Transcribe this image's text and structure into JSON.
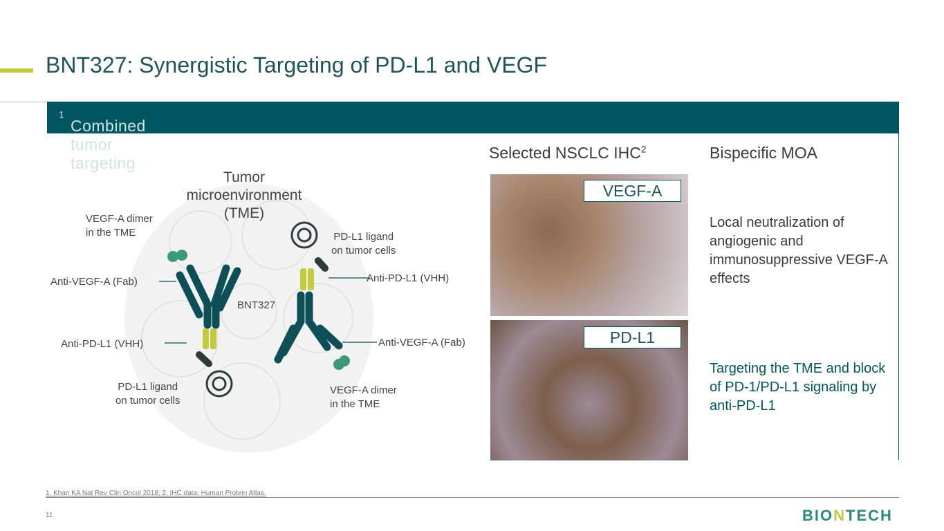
{
  "title": "BNT327: Synergistic Targeting of PD-L1 and VEGF",
  "band": {
    "text": "Combined tumor targeting",
    "sup": "1"
  },
  "diagram": {
    "tme": [
      "Tumor",
      "microenvironment",
      "(TME)"
    ],
    "vegf_dimer_left": [
      "VEGF-A dimer",
      "in the TME"
    ],
    "anti_vegf_left": "Anti-VEGF-A (Fab)",
    "anti_pdl1_left": "Anti-PD-L1 (VHH)",
    "pdl1_left": [
      "PD-L1 ligand",
      "on tumor cells"
    ],
    "bnt": "BNT327",
    "pdl1_right": [
      "PD-L1 ligand",
      "on tumor cells"
    ],
    "anti_pdl1_right": "Anti-PD-L1 (VHH)",
    "anti_vegf_right": "Anti-VEGF-A (Fab)",
    "vegf_dimer_right": [
      "VEGF-A dimer",
      "in the TME"
    ]
  },
  "ihc": {
    "title": "Selected NSCLC IHC",
    "sup": "2",
    "labels": [
      "VEGF-A",
      "PD-L1"
    ]
  },
  "moa": {
    "title": "Bispecific MOA",
    "items": [
      "Local neutralization of angiogenic and immunosuppressive VEGF-A effects",
      "Targeting  the TME and block of PD-1/PD-L1 signaling  by anti-PD-L1"
    ]
  },
  "footnote": "1. Khan KA Nat Rev Clin Oncol 2018; 2. IHC data: Human Protein Atlas.",
  "page": "11",
  "logo": "BIONTECH",
  "colors": {
    "teal": "#005660",
    "lime": "#c3cb3c",
    "green": "#3a9a78"
  }
}
